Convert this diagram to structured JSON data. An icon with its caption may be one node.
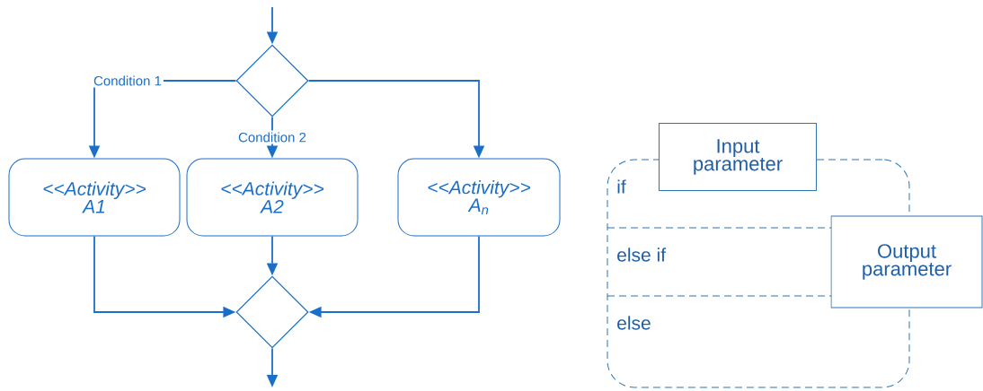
{
  "diagram": {
    "nodes": [
      {
        "text": [],
        "shape": "diamond"
      },
      {
        "text": [
          "<<Activity>> A1"
        ]
      },
      {
        "text": [
          "<<Activity>> A2"
        ]
      },
      {
        "text": [
          "<<Activity>> A$_{n}$"
        ]
      },
      {
        "text": [],
        "shape": "diamond"
      },
      {
        "text": [
          "if",
          "else if",
          "else"
        ]
      },
      {
        "text": [
          "Input parameter"
        ]
      },
      {
        "text": [
          "Output parameter"
        ]
      }
    ],
    "edges": [
      {
        "from": null,
        "to": 0,
        "arrow": "to"
      },
      {
        "from": 0,
        "to": 1,
        "arrow": "to",
        "label": "Condition 1"
      },
      {
        "from": 0,
        "to": 2,
        "arrow": "to",
        "label": "Condition 2"
      },
      {
        "from": 0,
        "to": 3,
        "arrow": "to"
      },
      {
        "from": 1,
        "to": 4,
        "arrow": "to"
      },
      {
        "from": 2,
        "to": 4,
        "arrow": "to"
      },
      {
        "from": 3,
        "to": 4,
        "arrow": "to"
      },
      {
        "from": 4,
        "to": null,
        "arrow": "to"
      }
    ]
  }
}
